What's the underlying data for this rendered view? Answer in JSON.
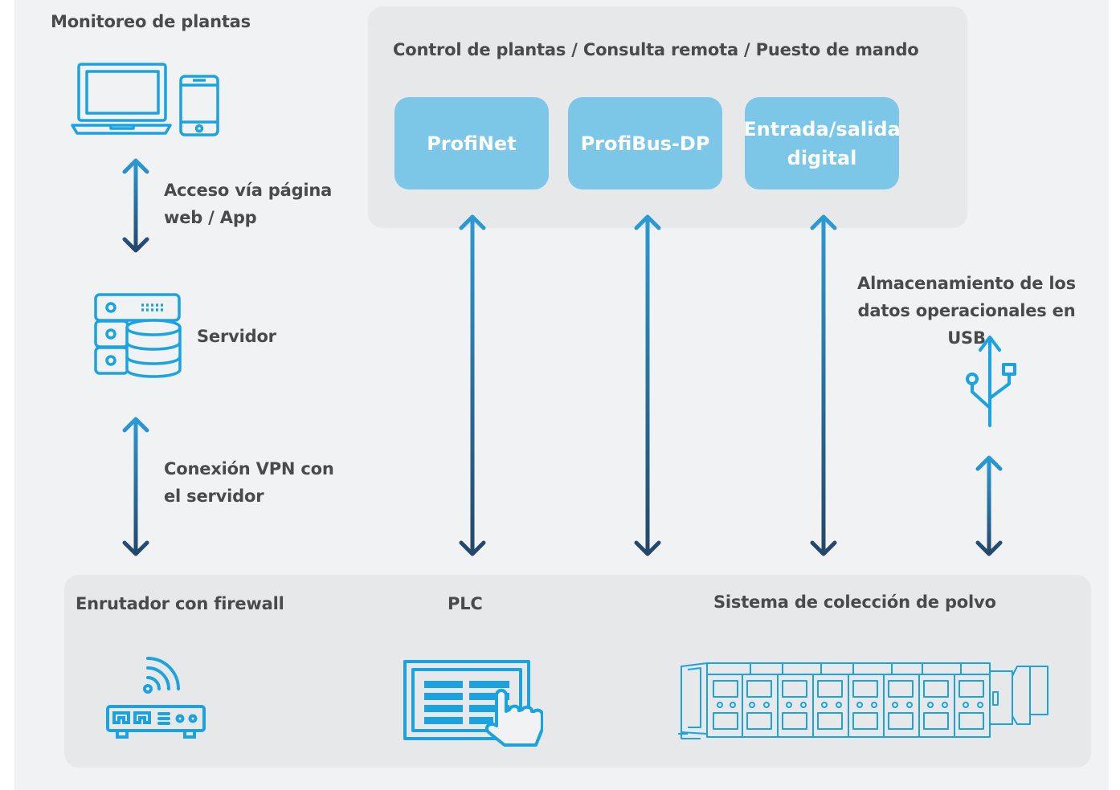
{
  "colors": {
    "background": "#f1f2f4",
    "panel": "#e7e8ea",
    "protocol_box": "#7cc6e8",
    "icon_blue": "#1aa3df",
    "arrow_top": "#2a9ad4",
    "arrow_bottom": "#24466a",
    "text": "#4a4a4a"
  },
  "monitoring": {
    "title": "Monitoreo de plantas",
    "icons": [
      "laptop-icon",
      "smartphone-icon"
    ]
  },
  "links": {
    "web_access": "Acceso vía página\nweb / App",
    "vpn": "Conexión VPN con\nel servidor",
    "usb_storage": "Almacenamiento de los\ndatos operacionales en USB"
  },
  "server": {
    "label": "Servidor",
    "icon": "database-server-icon"
  },
  "control": {
    "title": "Control de plantas / Consulta remota / Puesto de mando",
    "protocols": [
      "ProfiNet",
      "ProfiBus-DP",
      "Entrada/salida\ndigital"
    ]
  },
  "field_level": {
    "router": {
      "label": "Enrutador con firewall",
      "icon": "wifi-router-icon"
    },
    "plc": {
      "label": "PLC",
      "icon": "touch-panel-icon"
    },
    "dust_collector": {
      "label": "Sistema de colección de polvo",
      "icon": "dust-collector-icon"
    },
    "usb_icon": "usb-icon"
  }
}
